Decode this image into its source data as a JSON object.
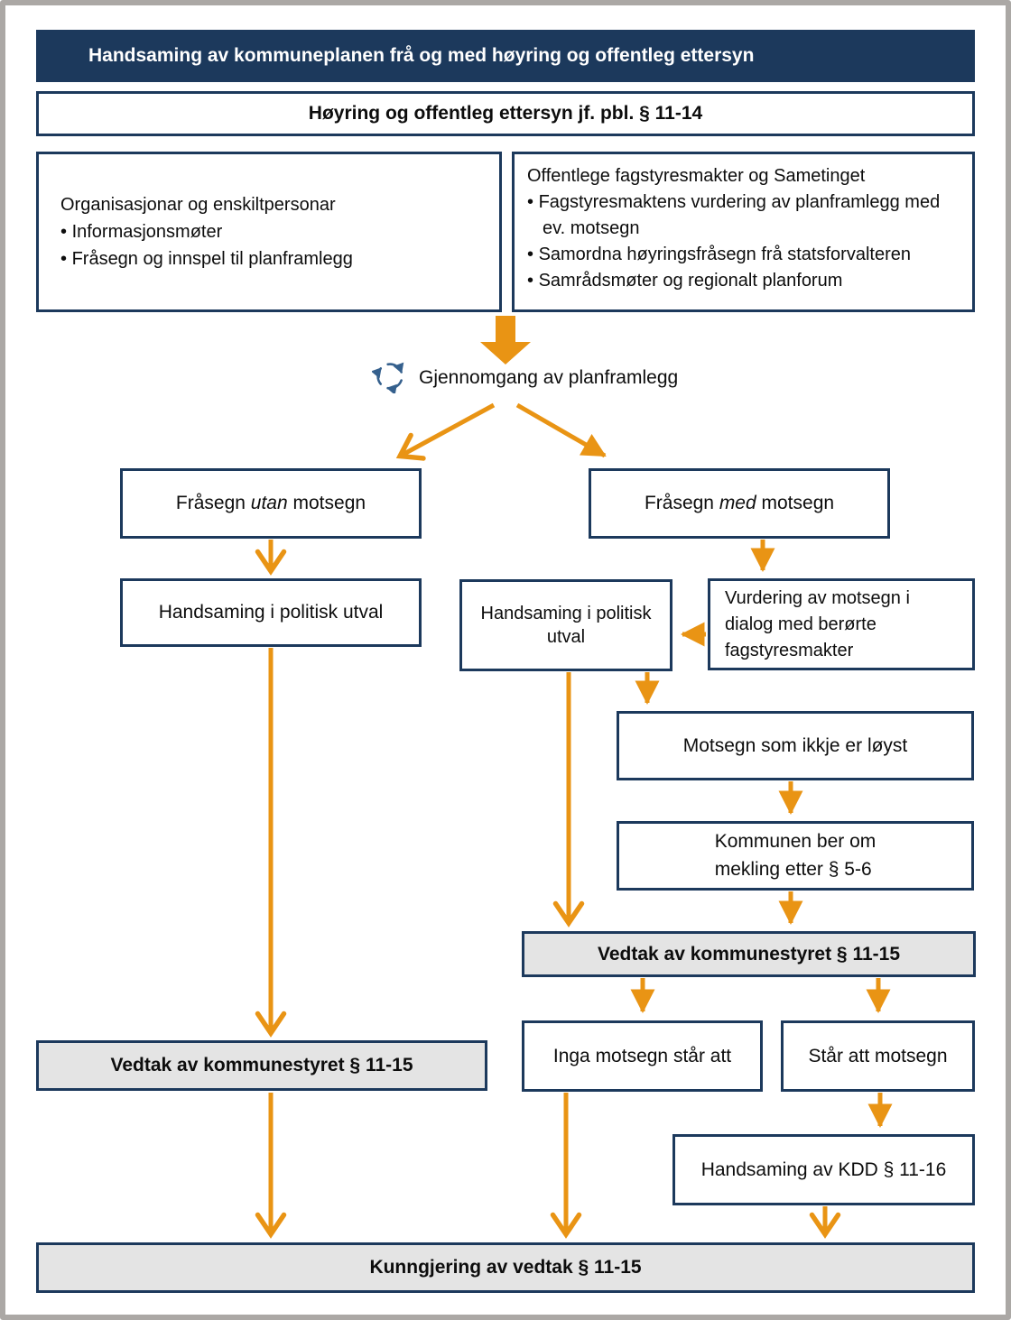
{
  "window": {
    "title": "Handsaming av kommuneplanen frå og med høyring og offentleg ettersyn"
  },
  "colors": {
    "navy": "#1c395c",
    "orange": "#e99414",
    "gray_fill": "#e4e4e4",
    "frame_gray": "#aba8a5",
    "cycle_icon_blue": "#35608d"
  },
  "flow": {
    "hoyring": {
      "label": "Høyring og offentleg ettersyn jf. pbl. § 11-14"
    },
    "org": {
      "title": "Organisasjonar og enskiltpersonar",
      "bullets": [
        "Informasjonsmøter",
        "Fråsegn og innspel til planframlegg"
      ]
    },
    "fag": {
      "title": "Offentlege fagstyresmakter og Sametinget",
      "bullets": [
        "Fagstyresmaktens vurdering av planframlegg med ev. motsegn",
        "Samordna høyringsfråsegn frå statsforvalteren",
        "Samrådsmøter og regionalt planforum"
      ]
    },
    "gjennomgang": {
      "label": "Gjennomgang av planframlegg",
      "icon": "cycle-arrows-icon"
    },
    "frasegn_utan": {
      "pre": "Fråsegn ",
      "em": "utan",
      "post": " motsegn"
    },
    "frasegn_med": {
      "pre": "Fråsegn ",
      "em": "med",
      "post": " motsegn"
    },
    "handsaming_left": {
      "label": "Handsaming i politisk utval"
    },
    "handsaming_mid": {
      "label": "Handsaming i politisk utval"
    },
    "vurdering": {
      "lines": [
        "Vurdering av motsegn i",
        "dialog med berørte",
        "fagstyresmakter"
      ]
    },
    "motsegn_ikkje": {
      "label": "Motsegn som ikkje er løyst"
    },
    "mekling": {
      "lines": [
        "Kommunen ber om",
        "mekling etter § 5-6"
      ]
    },
    "vedtak_right": {
      "label": "Vedtak av kommunestyret § 11-15"
    },
    "inga_motsegn": {
      "label": "Inga motsegn står att"
    },
    "star_att": {
      "label": "Står att motsegn"
    },
    "vedtak_left": {
      "label": "Vedtak av kommunestyret § 11-15"
    },
    "kdd": {
      "label": "Handsaming av KDD § 11-16"
    },
    "kunngjering": {
      "label": "Kunngjering av vedtak § 11-15"
    }
  }
}
